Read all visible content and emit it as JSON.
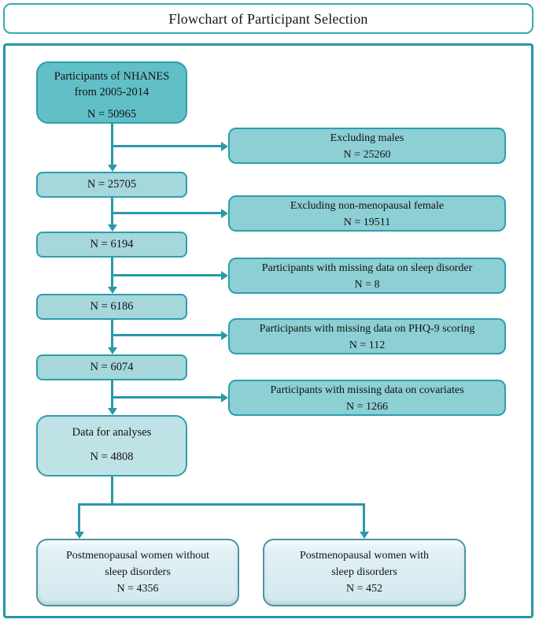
{
  "title": "Flowchart of Participant Selection",
  "colors": {
    "accent_line": "#2b98a9",
    "box_border": "#2d9fae",
    "top_box_fill": "#61bfc7",
    "exclusion_box_fill": "#8ccfd4",
    "count_box_fill": "#a5d7db",
    "data_box_fill": "#bfe2e6",
    "outcome_box_fill": "#d8ecf1",
    "outcome_box_border": "#4a93a2"
  },
  "flowchart": {
    "top_box": {
      "line1": "Participants of NHANES",
      "line2": "from 2005-2014",
      "count": "N = 50965"
    },
    "count_boxes": [
      {
        "count": "N = 25705"
      },
      {
        "count": "N = 6194"
      },
      {
        "count": "N = 6186"
      },
      {
        "count": "N = 6074"
      }
    ],
    "exclusion_boxes": [
      {
        "label": "Excluding males",
        "count": "N = 25260"
      },
      {
        "label": "Excluding non-menopausal female",
        "count": "N = 19511"
      },
      {
        "label": "Participants with missing data on sleep disorder",
        "count": "N = 8"
      },
      {
        "label": "Participants with missing data on PHQ-9 scoring",
        "count": "N = 112"
      },
      {
        "label": "Participants with missing data on covariates",
        "count": "N = 1266"
      }
    ],
    "data_box": {
      "label": "Data for analyses",
      "count": "N = 4808"
    },
    "outcome_boxes": [
      {
        "line1": "Postmenopausal women without",
        "line2": "sleep disorders",
        "count": "N = 4356"
      },
      {
        "line1": "Postmenopausal women with",
        "line2": "sleep disorders",
        "count": "N = 452"
      }
    ]
  }
}
